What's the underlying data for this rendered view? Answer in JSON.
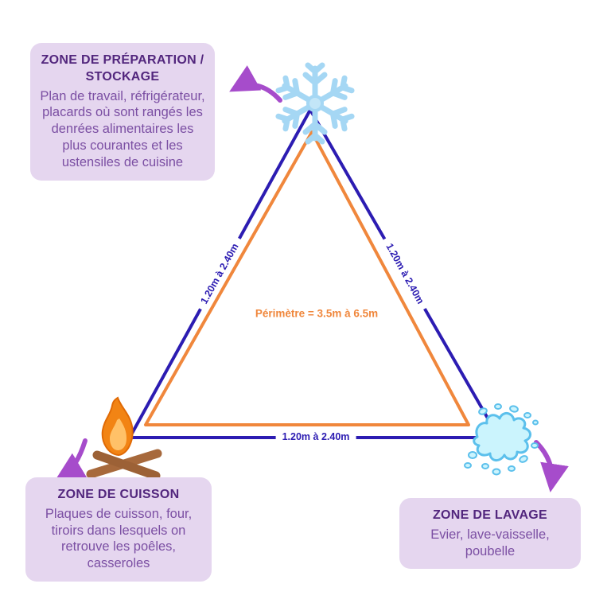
{
  "zones": {
    "preparation": {
      "title": "ZONE DE PRÉPARATION / STOCKAGE",
      "description": "Plan de travail, réfrigérateur, placards où sont rangés les denrées alimentaires les plus courantes et les ustensiles de cuisine"
    },
    "cuisson": {
      "title": "ZONE DE CUISSON",
      "description": "Plaques de cuisson, four, tiroirs dans lesquels on retrouve les poêles, casseroles"
    },
    "lavage": {
      "title": "ZONE DE LAVAGE",
      "description": "Evier, lave-vaisselle, poubelle"
    }
  },
  "triangle": {
    "side_left_label": "1.20m à 2.40m",
    "side_right_label": "1.20m à 2.40m",
    "side_bottom_label": "1.20m à 2.40m",
    "perimeter_label": "Périmètre = 3.5m à 6.5m"
  },
  "icons": {
    "top": "snowflake-icon",
    "bottom_left": "campfire-icon",
    "bottom_right": "water-splash-icon"
  },
  "colors": {
    "triangle_outer": "#2c1cb2",
    "triangle_inner": "#f0873c",
    "arrow": "#a64ccb",
    "box_background": "#e5d6ef",
    "heading_text": "#52267d",
    "body_text": "#7b4fa3",
    "measure_text": "#2c1cb2",
    "perimeter_text": "#f0873c",
    "snowflake_blue": "#a5d7f4",
    "splash_fill": "#cbf4fd",
    "splash_stroke": "#5cc0ec",
    "flame_orange": "#f28414",
    "log_brown": "#a7693c"
  }
}
